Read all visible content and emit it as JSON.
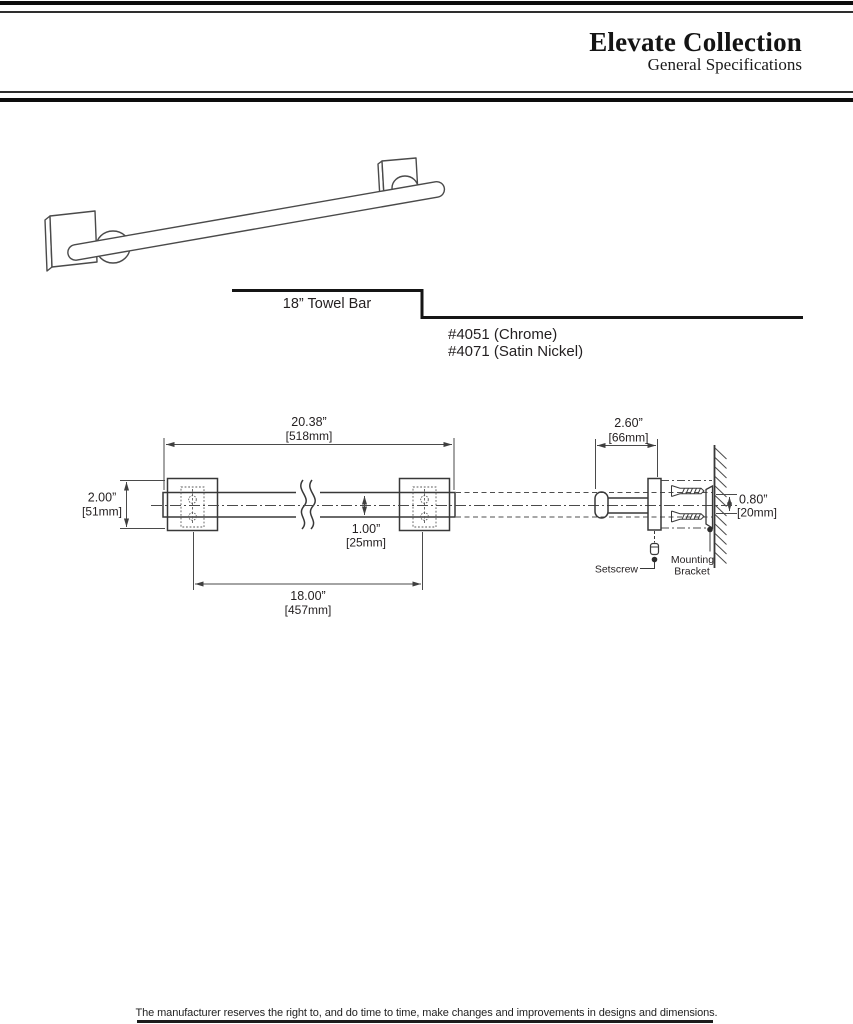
{
  "header": {
    "title": "Elevate Collection",
    "subtitle": "General Specifications"
  },
  "product": {
    "name": "18” Towel Bar",
    "models": [
      {
        "sku": "#4051 (Chrome)"
      },
      {
        "sku": "#4071 (Satin Nickel)"
      }
    ]
  },
  "drawing": {
    "dimensions": {
      "overall_length": {
        "inches": "20.38”",
        "mm": "[518mm]"
      },
      "plate_height": {
        "inches": "2.00”",
        "mm": "[51mm]"
      },
      "bar_diameter": {
        "inches": "1.00”",
        "mm": "[25mm]"
      },
      "mount_centers": {
        "inches": "18.00”",
        "mm": "[457mm]"
      },
      "projection": {
        "inches": "2.60”",
        "mm": "[66mm]"
      },
      "bracket_height": {
        "inches": "0.80”",
        "mm": "[20mm]"
      }
    },
    "callouts": {
      "setscrew": "Setscrew",
      "mounting_bracket_1": "Mounting",
      "mounting_bracket_2": "Bracket"
    }
  },
  "footer": {
    "disclaimer": "The manufacturer reserves the right to, and do time to time, make changes and improvements in designs and dimensions."
  },
  "colors": {
    "ink": "#231f20",
    "line": "#3a3a3a"
  }
}
